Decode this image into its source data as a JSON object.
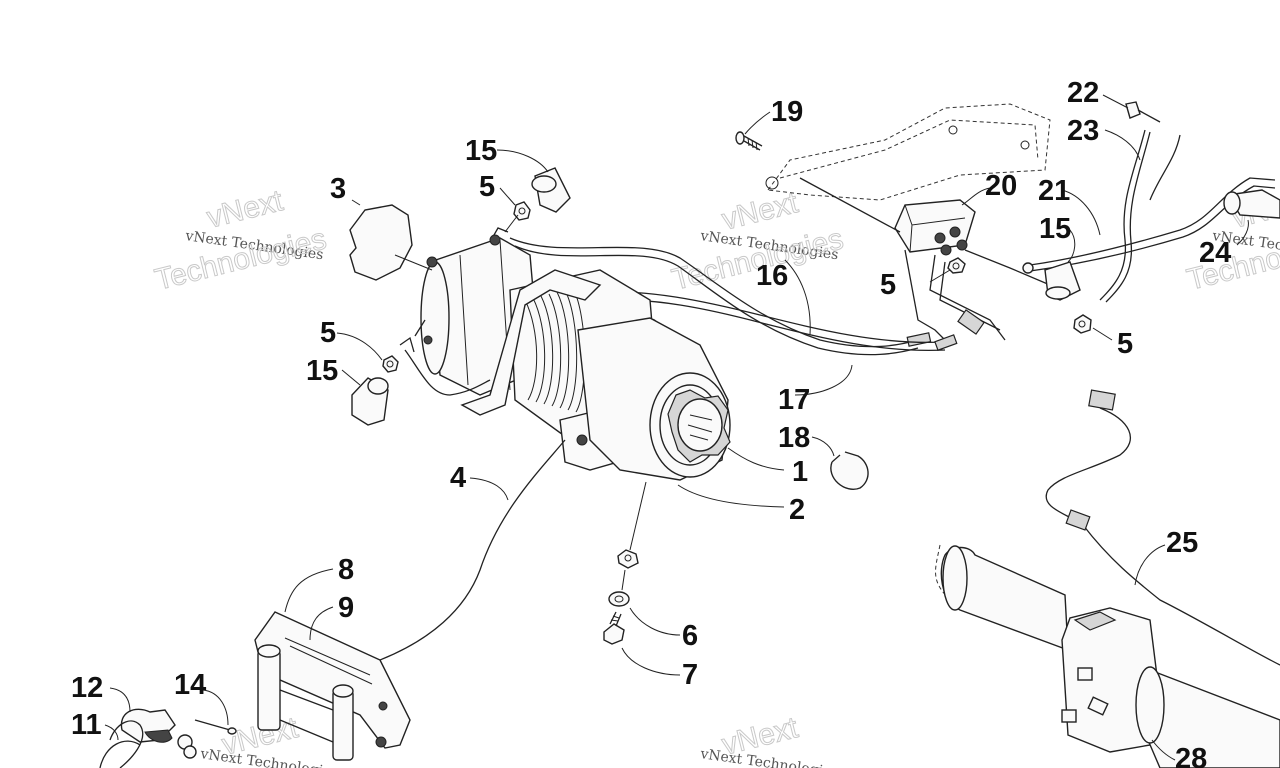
{
  "diagram": {
    "callouts": [
      {
        "id": "c1",
        "label": "1"
      },
      {
        "id": "c2",
        "label": "2"
      },
      {
        "id": "c3",
        "label": "3"
      },
      {
        "id": "c4",
        "label": "4"
      },
      {
        "id": "c5a",
        "label": "5"
      },
      {
        "id": "c5b",
        "label": "5"
      },
      {
        "id": "c5c",
        "label": "5"
      },
      {
        "id": "c5d",
        "label": "5"
      },
      {
        "id": "c6",
        "label": "6"
      },
      {
        "id": "c7",
        "label": "7"
      },
      {
        "id": "c8",
        "label": "8"
      },
      {
        "id": "c9",
        "label": "9"
      },
      {
        "id": "c11",
        "label": "11"
      },
      {
        "id": "c12",
        "label": "12"
      },
      {
        "id": "c14",
        "label": "14"
      },
      {
        "id": "c15a",
        "label": "15"
      },
      {
        "id": "c15b",
        "label": "15"
      },
      {
        "id": "c15c",
        "label": "15"
      },
      {
        "id": "c16",
        "label": "16"
      },
      {
        "id": "c17",
        "label": "17"
      },
      {
        "id": "c18",
        "label": "18"
      },
      {
        "id": "c19",
        "label": "19"
      },
      {
        "id": "c20",
        "label": "20"
      },
      {
        "id": "c21",
        "label": "21"
      },
      {
        "id": "c22",
        "label": "22"
      },
      {
        "id": "c23",
        "label": "23"
      },
      {
        "id": "c24",
        "label": "24"
      },
      {
        "id": "c25",
        "label": "25"
      },
      {
        "id": "c28",
        "label": "28"
      }
    ]
  },
  "watermark": {
    "brand": "vNext",
    "company": "vNext Technologies",
    "word": "Technologies"
  }
}
